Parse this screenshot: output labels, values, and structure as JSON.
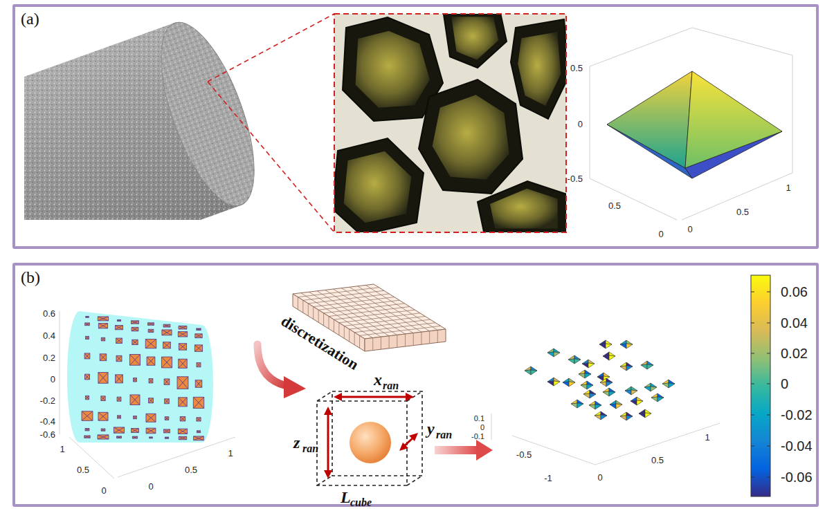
{
  "diagram": {
    "nodes": [
      {
        "text": [
          "(a)"
        ]
      },
      {
        "text": [
          "(b)"
        ]
      }
    ],
    "labels": [
      "0.5",
      "0",
      "-0.5",
      "0.5",
      "0",
      "0",
      "0.5",
      "1",
      "0.6",
      "0.4",
      "0.2",
      "0",
      "-0.2",
      "-0.4",
      "-0.6",
      "1",
      "0.5",
      "0",
      "0",
      "0.5",
      "1",
      "discretization",
      "x",
      "ran",
      "z",
      "ran",
      "y",
      "ran",
      "L",
      "cube",
      "0.1",
      "0",
      "-0.1",
      "-0.5",
      "-1",
      "0",
      "0.5",
      "1",
      "0.06",
      "0.04",
      "0.02",
      "0",
      "-0.02",
      "-0.04",
      "-0.06"
    ]
  }
}
